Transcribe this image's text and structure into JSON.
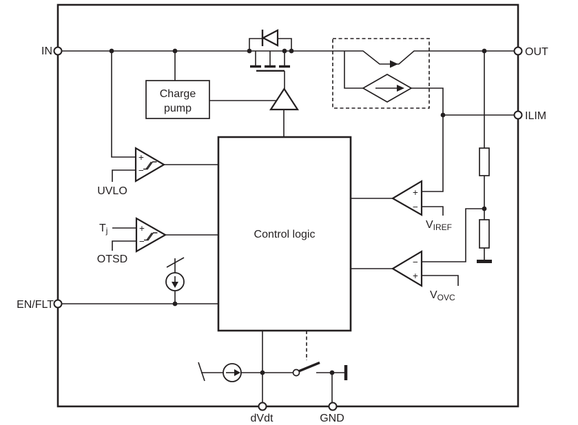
{
  "pins": {
    "in": "IN",
    "out": "OUT",
    "ilim": "ILIM",
    "en_flt": "EN/FLT",
    "dvdt": "dVdt",
    "gnd": "GND"
  },
  "blocks": {
    "charge_pump_line1": "Charge",
    "charge_pump_line2": "pump",
    "control_logic": "Control logic"
  },
  "signals": {
    "uvlo": "UVLO",
    "otsd": "OTSD",
    "tj_base": "T",
    "tj_sub": "j",
    "viref_base": "V",
    "viref_sub": "IREF",
    "vovc_base": "V",
    "vovc_sub": "OVC"
  },
  "symbols": {
    "plus": "+",
    "minus": "−"
  },
  "colors": {
    "ink": "#231f20",
    "background": "#ffffff"
  }
}
